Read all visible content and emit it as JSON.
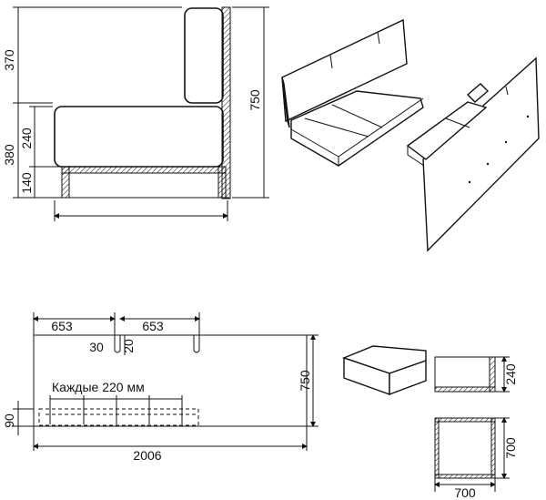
{
  "side_view": {
    "dim_back_upper": "370",
    "dim_seat_total": "380",
    "dim_seat_cushion": "240",
    "dim_seat_base": "140",
    "dim_height": "750"
  },
  "front_panel": {
    "dim_left_segment": "653",
    "dim_right_segment": "653",
    "dim_slot_width": "30",
    "dim_slot_depth": "20",
    "dim_height": "750",
    "dim_strip_height": "90",
    "dim_total_length": "2006",
    "note_spacing": "Каждые 220 мм"
  },
  "box_views": {
    "dim_box_height": "240",
    "dim_box_depth": "700",
    "dim_box_width": "700"
  }
}
